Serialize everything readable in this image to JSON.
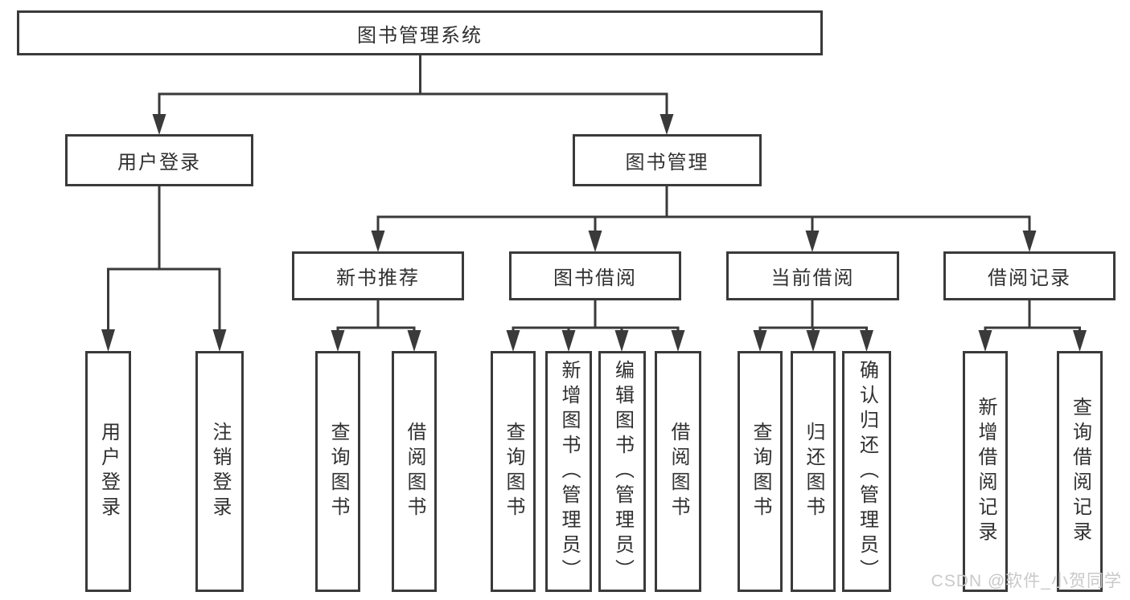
{
  "colors": {
    "line": "#3a3a3a",
    "text": "#303030",
    "background": "#ffffff",
    "watermark": "#c9c9c9"
  },
  "watermark": "CSDN @软件_小贺同学",
  "tree": {
    "root": "图书管理系统",
    "branches": [
      {
        "label": "用户登录",
        "children": [
          "用户登录",
          "注销登录"
        ]
      },
      {
        "label": "图书管理",
        "children": [
          {
            "label": "新书推荐",
            "children": [
              "查询图书",
              "借阅图书"
            ]
          },
          {
            "label": "图书借阅",
            "children": [
              "查询图书",
              "新增图书（管理员）",
              "编辑图书（管理员）",
              "借阅图书"
            ]
          },
          {
            "label": "当前借阅",
            "children": [
              "查询图书",
              "归还图书",
              "确认归还（管理员）"
            ]
          },
          {
            "label": "借阅记录",
            "children": [
              "新增借阅记录",
              "查询借阅记录"
            ]
          }
        ]
      }
    ]
  }
}
